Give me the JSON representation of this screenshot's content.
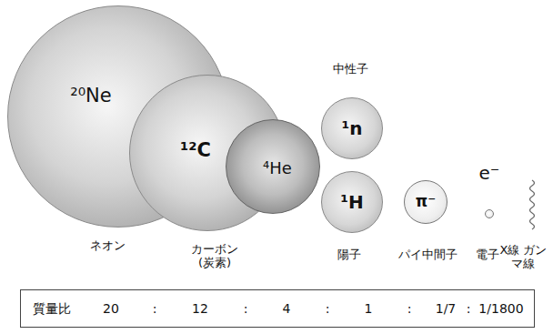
{
  "diagram": {
    "nodes": [
      {
        "text": [
          "²⁰Ne",
          "ネオン"
        ]
      },
      {
        "text": [
          "¹²C",
          "カーボン (炭素)"
        ]
      },
      {
        "text": [
          "⁴He"
        ]
      },
      {
        "text": [
          "中性子",
          "¹n"
        ]
      },
      {
        "text": [
          "¹H",
          "陽子"
        ]
      },
      {
        "text": [
          "π⁻",
          "パイ中間子"
        ]
      },
      {
        "text": [
          "e⁻",
          "電子"
        ]
      },
      {
        "text": [
          "質量比",
          "20",
          ":",
          "12",
          ":",
          "4",
          ":",
          "1",
          ":",
          "1/7",
          ":",
          "1/1800"
        ]
      }
    ],
    "labels": [
      "X線 ガンマ線"
    ]
  }
}
